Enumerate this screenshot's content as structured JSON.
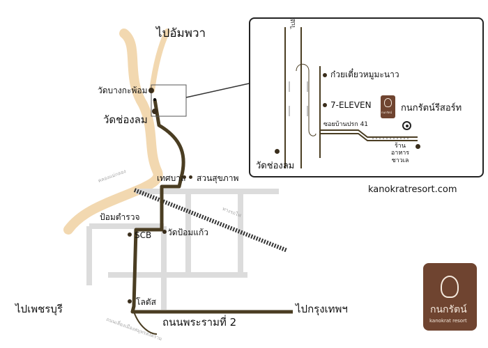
{
  "map": {
    "road_labels": {
      "to_amphawa": "ไปอัมพวา",
      "to_phetchaburi": "ไปเพชรบุรี",
      "to_bangkok": "ไปกรุงเทพฯ",
      "rama2_road": "ถนนพระรามที่ 2",
      "canal": "คลองแม่กลอง",
      "railway": "ทางรถไฟ",
      "side_road": "ถนนเลี่ยงเมืองสมุทรสงคราม"
    },
    "landmarks": {
      "wat_bang_kaphom": "วัดบางกะพ้อม",
      "wat_chong_lom": "วัดช่องลม",
      "thetsaban": "เทศบาล",
      "suan_sukhaphap": "สวนสุขภาพ",
      "pom_tamruat": "ป้อมตำรวจ",
      "scb": "SCB",
      "wat_pom_kaeo": "วัดป้อมแก้ว",
      "lotus": "โลตัส"
    },
    "website": "kanokratresort.com"
  },
  "inset": {
    "road_to_amphawa": "ไปอัมพวา",
    "noodle_shop": "ก๋วยเตี๋ยวหมูมะนาว",
    "seven_eleven": "7-ELEVEN",
    "soi_label": "ซอยบ้านปรก 41",
    "resort_name": "กนกรัตน์รีสอร์ท",
    "restaurant": "ร้านอาหารชาวเล",
    "wat_chong_lom": "วัดช่องลม",
    "small_logo_text": "กนกรัตน์"
  },
  "logo": {
    "name": "กนกรัตน์",
    "subtitle": "kanokrat resort"
  },
  "colors": {
    "route": "#4a3d22",
    "river": "#f2d8b0",
    "minor_road": "#dcdcdc",
    "logo_bg": "#6f4430",
    "railway": "#333333"
  },
  "icons": {
    "logo": "lotus-flame-icon",
    "resort_marker": "target-marker-icon"
  }
}
